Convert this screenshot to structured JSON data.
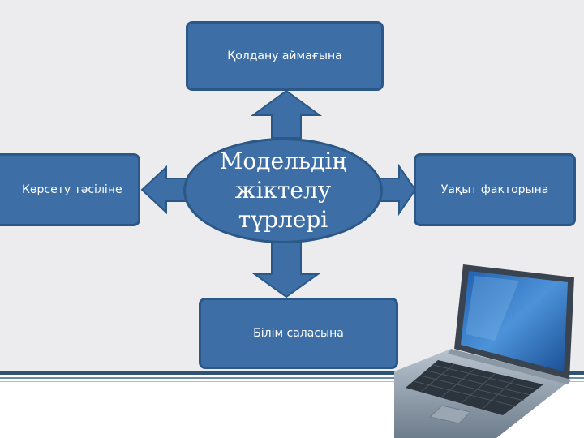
{
  "diagram": {
    "center": {
      "label": "Модельдің\nжіктелу\nтүрлері"
    },
    "nodes": {
      "top": "Қолдану аймағына",
      "left": "Көрсету тәсіліне",
      "right": "Уақыт факторына",
      "bottom": "Білім саласына"
    }
  },
  "colors": {
    "box_fill": "#3d6fa6",
    "box_border": "#2b5886",
    "background": "#ececee",
    "text": "#ffffff"
  },
  "decoration": {
    "image": "laptop-icon"
  }
}
